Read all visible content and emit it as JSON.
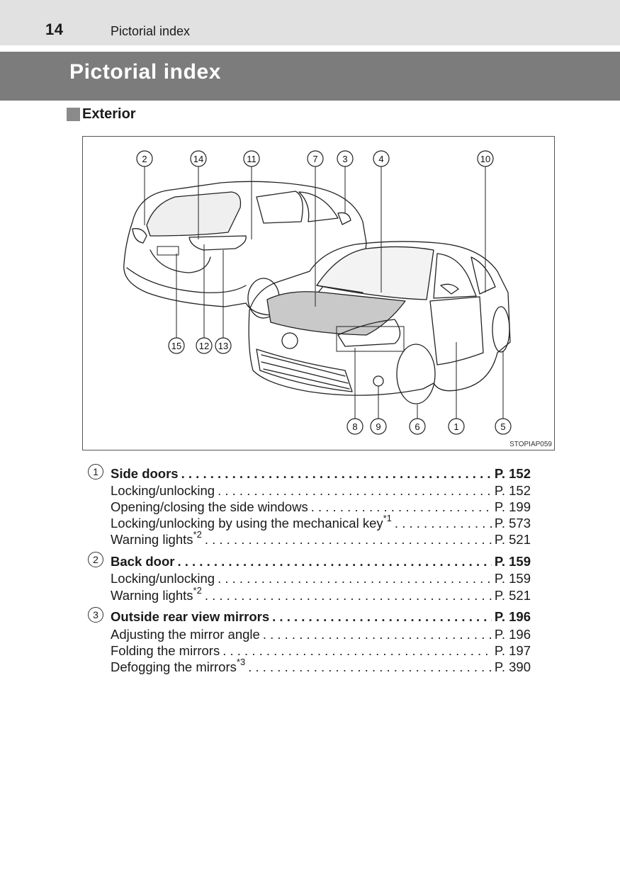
{
  "header": {
    "page_number": "14",
    "running_head": "Pictorial index"
  },
  "title": "Pictorial index",
  "section": {
    "label": "Exterior"
  },
  "figure": {
    "code": "STOPIAP059",
    "callouts": [
      "1",
      "2",
      "3",
      "4",
      "5",
      "6",
      "7",
      "8",
      "9",
      "10",
      "11",
      "12",
      "13",
      "14",
      "15"
    ]
  },
  "entries": [
    {
      "number": "1",
      "heading": "Side doors",
      "heading_page": "P. 152",
      "items": [
        {
          "label": "Locking/unlocking",
          "sup": "",
          "page": "P. 152"
        },
        {
          "label": "Opening/closing the side windows",
          "sup": "",
          "page": "P. 199"
        },
        {
          "label": "Locking/unlocking by using the mechanical key",
          "sup": "*1",
          "page": "P. 573"
        },
        {
          "label": "Warning lights",
          "sup": "*2",
          "page": "P. 521"
        }
      ]
    },
    {
      "number": "2",
      "heading": "Back door",
      "heading_page": "P. 159",
      "items": [
        {
          "label": "Locking/unlocking",
          "sup": "",
          "page": "P. 159"
        },
        {
          "label": "Warning lights",
          "sup": "*2",
          "page": "P. 521"
        }
      ]
    },
    {
      "number": "3",
      "heading": "Outside rear view mirrors",
      "heading_page": "P. 196",
      "items": [
        {
          "label": "Adjusting the mirror angle",
          "sup": "",
          "page": "P. 196"
        },
        {
          "label": "Folding the mirrors",
          "sup": "",
          "page": "P. 197"
        },
        {
          "label": "Defogging the mirrors",
          "sup": "*3",
          "page": "P. 390"
        }
      ]
    }
  ]
}
